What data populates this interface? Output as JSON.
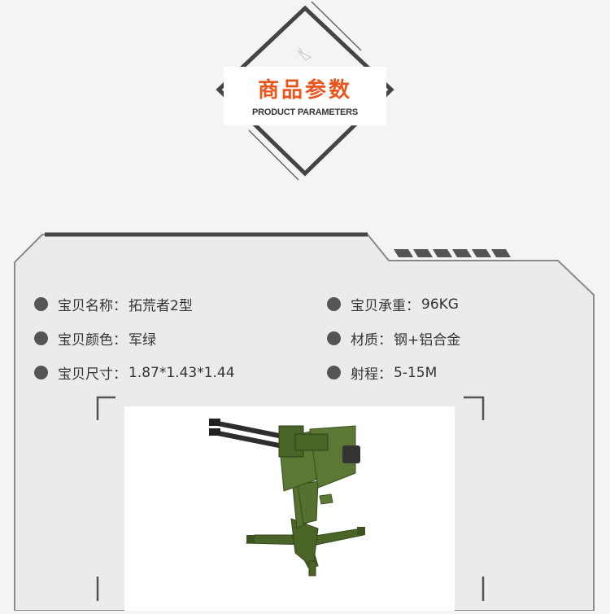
{
  "header": {
    "title_cn": "商品参数",
    "title_en": "PRODUCT PARAMETERS"
  },
  "specs": [
    {
      "label": "宝贝名称：",
      "value": "拓荒者2型"
    },
    {
      "label": "宝贝承重：",
      "value": "96KG"
    },
    {
      "label": "宝贝颜色：",
      "value": "军绿"
    },
    {
      "label": "材质：",
      "value": "钢+铝合金"
    },
    {
      "label": "宝贝尺寸：",
      "value": "1.87*1.43*1.44"
    },
    {
      "label": "射程：",
      "value": "5-15M"
    }
  ],
  "colors": {
    "accent": "#e8561e",
    "panel_border": "#8a8a8a",
    "dot": "#555555",
    "olive": "#4f6a2c"
  },
  "product_image": {
    "icon": "anti-aircraft-gun-model"
  }
}
